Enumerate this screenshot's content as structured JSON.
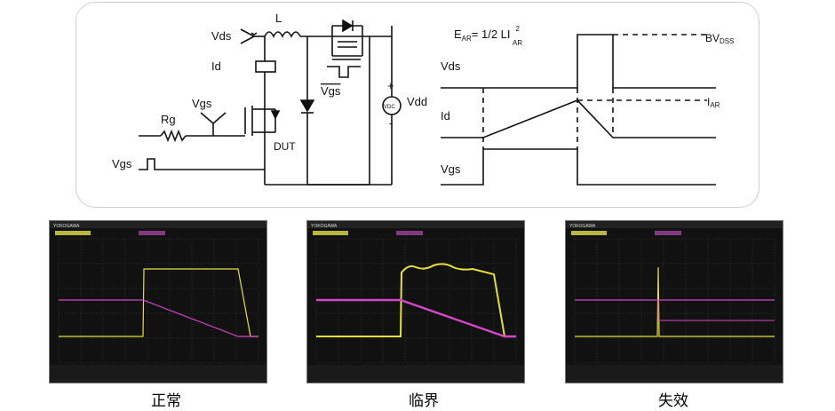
{
  "circuit": {
    "vds": "Vds",
    "l": "L",
    "id": "Id",
    "vgs_gate": "Vgs",
    "rg": "Rg",
    "vgs_src": "Vgs",
    "dut": "DUT",
    "vgs_bar": "Vgs",
    "vdc": "VDC",
    "vdd": "Vdd",
    "plus": "+",
    "minus": "-"
  },
  "waveform": {
    "ear_main": "E",
    "ear_sub": "AR",
    "ear_expr": "= 1/2 LI",
    "ear_exp": "2",
    "ear_sub2": "AR",
    "vds": "Vds",
    "id": "Id",
    "vgs": "Vgs",
    "bv_main": "BV",
    "bv_sub": "DSS",
    "iar_main": "I",
    "iar_sub": "AR"
  },
  "scopes": [
    {
      "brand": "YOKOGAWA",
      "caption": "正常",
      "mode": "normal"
    },
    {
      "brand": "YOKOGAWA",
      "caption": "临界",
      "mode": "critical"
    },
    {
      "brand": "YOKOGAWA",
      "caption": "失效",
      "mode": "failure"
    }
  ],
  "colors": {
    "ch1": "#e8e03a",
    "ch2": "#d246c8",
    "grid": "#5a5a5a",
    "screen": "#111111"
  }
}
